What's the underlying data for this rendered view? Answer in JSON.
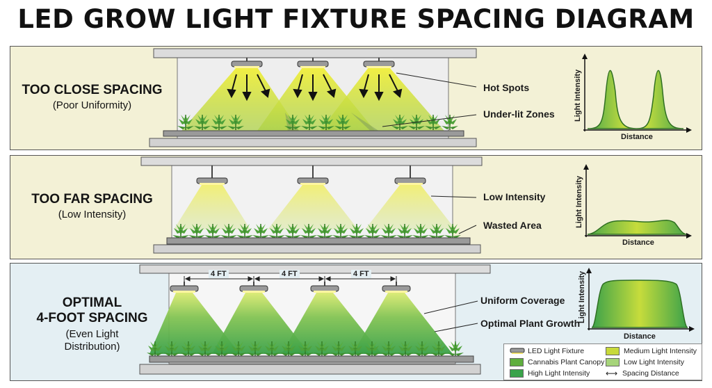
{
  "title": "LED GROW LIGHT FIXTURE SPACING DIAGRAM",
  "panels": {
    "close": {
      "heading": "TOO CLOSE SPACING",
      "subheading": "(Poor Uniformity)",
      "callouts": [
        "Hot Spots",
        "Under-lit Zones"
      ],
      "graph": {
        "ylabel": "Light Intensity",
        "xlabel": "Distance"
      }
    },
    "far": {
      "heading": "TOO FAR SPACING",
      "subheading": "(Low Intensity)",
      "callouts": [
        "Low Intensity",
        "Wasted Area"
      ],
      "graph": {
        "ylabel": "Light Intensity",
        "xlabel": "Distance"
      }
    },
    "optimal": {
      "heading_line1": "OPTIMAL",
      "heading_line2": "4-FOOT SPACING",
      "subheading_line1": "(Even Light",
      "subheading_line2": "Distribution)",
      "callouts": [
        "Uniform Coverage",
        "Optimal Plant Growth"
      ],
      "spacing_labels": [
        "4 FT",
        "4 FT",
        "4 FT"
      ],
      "graph": {
        "ylabel": "Light Intensity",
        "xlabel": "Distance"
      }
    }
  },
  "legend": [
    {
      "label": "LED Light Fixture",
      "kind": "fixture-icon"
    },
    {
      "label": "Medium Light Intensity",
      "color": "#c8d93a"
    },
    {
      "label": "Cannabis Plant Canopy",
      "color": "#5fae3e"
    },
    {
      "label": "Low Light Intensity",
      "color": "#a6d47a"
    },
    {
      "label": "High Light Intensity",
      "color": "#3aa34a"
    },
    {
      "label": "Spacing Distance",
      "kind": "double-arrow-icon"
    }
  ],
  "colors": {
    "yellow_light": "#e6ec3c",
    "green_light": "#4fb045",
    "panel_yellow": "#f3f1d6",
    "panel_blue": "#e4eff3",
    "plant": "#3f8f2e"
  }
}
